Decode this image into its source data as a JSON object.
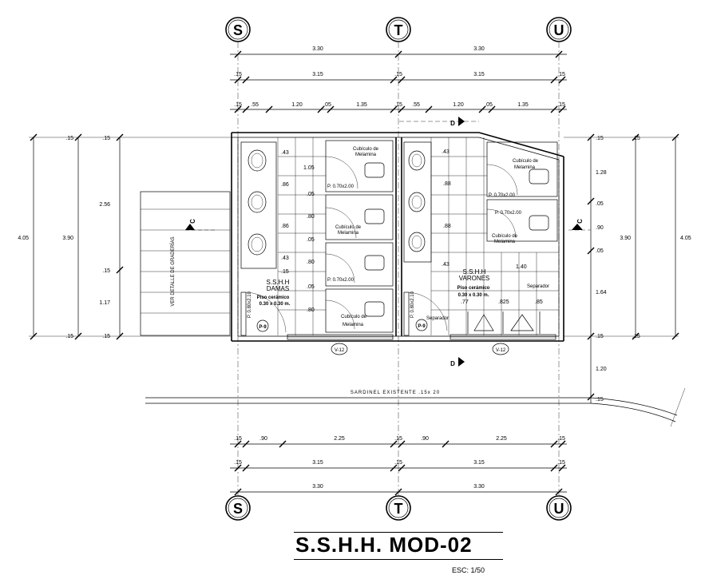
{
  "axes": {
    "s": "S",
    "t": "T",
    "u": "U",
    "c": "C",
    "d": "D"
  },
  "dims": {
    "d330": "3.30",
    "d315": "3.15",
    "d15": ".15",
    "d55": ".55",
    "d120": "1.20",
    "d05": ".05",
    "d135": "1.35",
    "d90": ".90",
    "d225": "2.25",
    "d405": "4.05",
    "d390": "3.90",
    "d256": "2.56",
    "d117": "1.17",
    "d43": ".43",
    "d86": ".86",
    "d88": ".88",
    "d80": ".80",
    "d105": "1.05",
    "d128": "1.28",
    "d164": "1.64",
    "d140": "1.40",
    "d77": ".77",
    "d825": ".825",
    "d85": ".85",
    "d080": ".80"
  },
  "labels": {
    "ssh_damas": "S.S.H.H",
    "damas": "DAMAS",
    "ssh_varones": "S.S.H.H",
    "varones": "VARONES",
    "piso": "Piso cerámico",
    "piso_dim": "0.30 x 0.30 m.",
    "cubiculo": "Cubículo de",
    "melamina": "Melamina",
    "puerta": "P. 0.70x2.00",
    "puerta_v": "P. 0.80x2.10",
    "p9": "P-9",
    "v12": "V-12",
    "separador": "Separador",
    "gradas": "VER DETALLE DE GRADERÍAS",
    "sardinel": "SARDINEL EXISTENTE .15x 20"
  },
  "title": "S.S.H.H. MOD-02",
  "scale": "ESC:  1/50"
}
